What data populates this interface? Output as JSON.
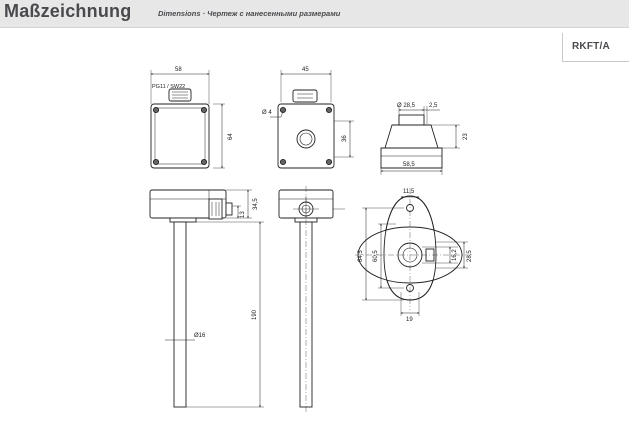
{
  "header": {
    "title": "Maßzeichnung",
    "subtitle": "Dimensions · Чертеж с нанесенными размерами"
  },
  "model": {
    "code": "RKFT/A"
  },
  "dimensions": {
    "front_width": "58",
    "front_height": "64",
    "cable_gland": "PG11 / SW22",
    "side_width": "45",
    "side_height": "36",
    "mount_hole": "Ø 4",
    "gland_diameter": "Ø 28,5",
    "gland_offset": "2,5",
    "gland_height": "23",
    "gland_base_width": "58,5",
    "housing_depth": "34,5",
    "housing_step": "13",
    "probe_length": "190",
    "probe_diameter": "Ø16",
    "flange_top": "11,5",
    "flange_height": "84,5",
    "flange_inner": "60,5",
    "flange_hole_a": "16,2",
    "flange_hole_b": "28,5",
    "flange_bottom": "19"
  }
}
